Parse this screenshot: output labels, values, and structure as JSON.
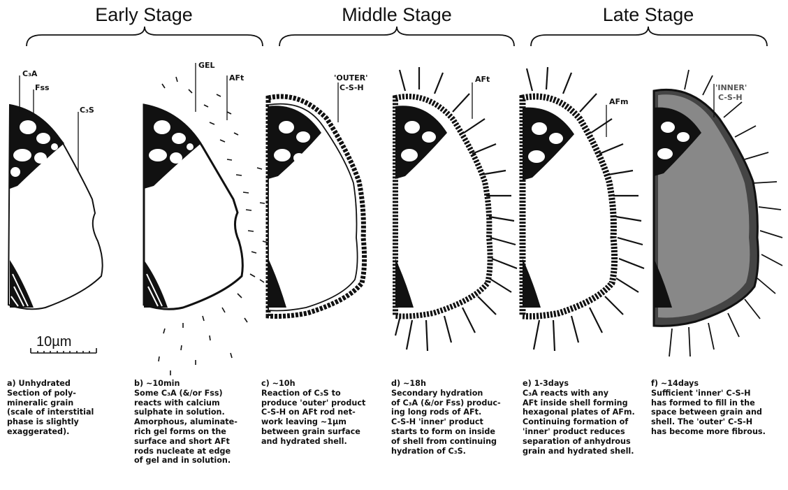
{
  "stages": [
    {
      "title": "Early Stage"
    },
    {
      "title": "Middle Stage"
    },
    {
      "title": "Late Stage"
    }
  ],
  "labels": {
    "a_c3a": "C₃A",
    "a_fss": "Fss",
    "a_c3s": "C₃S",
    "b_gel": "GEL",
    "b_aft": "AFt",
    "c_outer_1": "'OUTER'",
    "c_outer_2": "C-S-H",
    "d_aft": "AFt",
    "e_afm": "AFm",
    "f_inner_1": "'INNER'",
    "f_inner_2": "C-S-H"
  },
  "scale_bar": "10µm",
  "captions": [
    {
      "lines": [
        "a)  Unhydrated",
        "      Section of poly-",
        "mineralic grain",
        "(scale of interstitial",
        "phase is slightly",
        "exaggerated)."
      ]
    },
    {
      "lines": [
        "b)  ~10min",
        "      Some C₃A (&/or Fss)",
        "reacts with calcium",
        "sulphate in solution.",
        "Amorphous, aluminate-",
        "rich gel forms on the",
        "surface and short AFt",
        "rods nucleate at edge",
        "of gel and in solution."
      ]
    },
    {
      "lines": [
        "c)  ~10h",
        "     Reaction of C₃S to",
        "produce 'outer' product",
        "C-S-H on AFt rod net-",
        "work leaving ~1µm",
        "between grain surface",
        "and hydrated shell."
      ]
    },
    {
      "lines": [
        "d)  ~18h",
        "      Secondary hydration",
        "of C₃A (&/or Fss) produc-",
        "ing long rods of AFt.",
        "C-S-H 'inner' product",
        "starts to form on inside",
        "of shell from continuing",
        "hydration of C₃S."
      ]
    },
    {
      "lines": [
        "e)  1-3days",
        "     C₃A reacts with any",
        "AFt inside shell forming",
        "hexagonal plates of AFm.",
        "Continuing formation of",
        "'inner' product reduces",
        "separation of anhydrous",
        "grain and hydrated shell."
      ]
    },
    {
      "lines": [
        "f)  ~14days",
        "     Sufficient 'inner' C-S-H",
        "has formed to fill in the",
        "space between grain and",
        "shell. The 'outer' C-S-H",
        "has become more fibrous."
      ]
    }
  ]
}
